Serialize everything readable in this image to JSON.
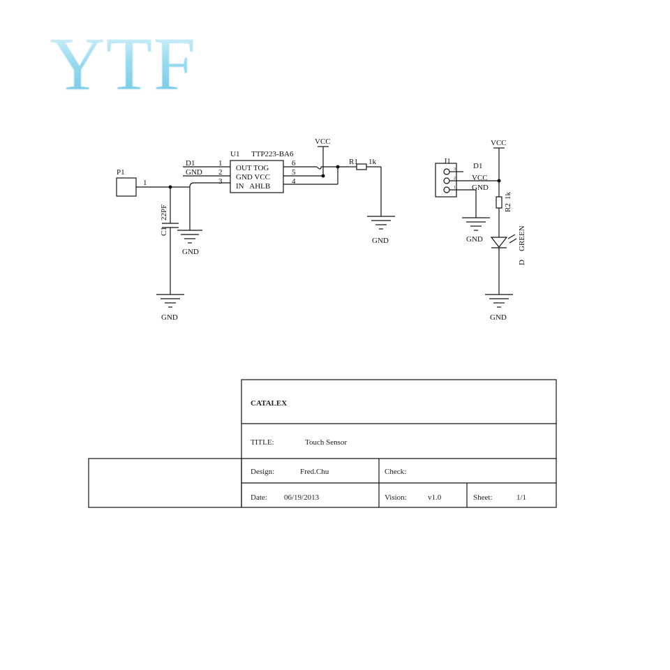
{
  "logo": {
    "text": "YTF",
    "color": "#8fd3ea"
  },
  "schematic": {
    "p1": {
      "ref": "P1",
      "pin": "1"
    },
    "c1": {
      "ref": "C1",
      "value": "22PF"
    },
    "u1": {
      "ref": "U1",
      "part": "TTP223-BA6",
      "left_nets": [
        "D1",
        "GND"
      ],
      "left_pins": [
        "1",
        "2",
        "3"
      ],
      "inner_rows": [
        "OUT TOG",
        "GND VCC",
        "IN   AHLB"
      ],
      "right_pins": [
        "6",
        "5",
        "4"
      ]
    },
    "r1": {
      "ref": "R1",
      "value": "1k"
    },
    "r2": {
      "ref": "R2",
      "value": "1k"
    },
    "led": {
      "ref": "D",
      "color": "GREEN"
    },
    "j1": {
      "ref": "J1",
      "pin_marks": [
        "3",
        "2",
        "1"
      ],
      "nets": [
        "D1",
        "VCC",
        "GND"
      ]
    },
    "power": {
      "vcc": "VCC",
      "gnd": "GND"
    }
  },
  "title_block": {
    "company": "CATALEX",
    "title_label": "TITLE:",
    "title_value": "Touch Sensor",
    "design_label": "Design:",
    "design_value": "Fred.Chu",
    "check_label": "Check:",
    "date_label": "Date:",
    "date_value": "06/19/2013",
    "version_label": "Vision:",
    "version_value": "v1.0",
    "sheet_label": "Sheet:",
    "sheet_value": "1/1"
  }
}
